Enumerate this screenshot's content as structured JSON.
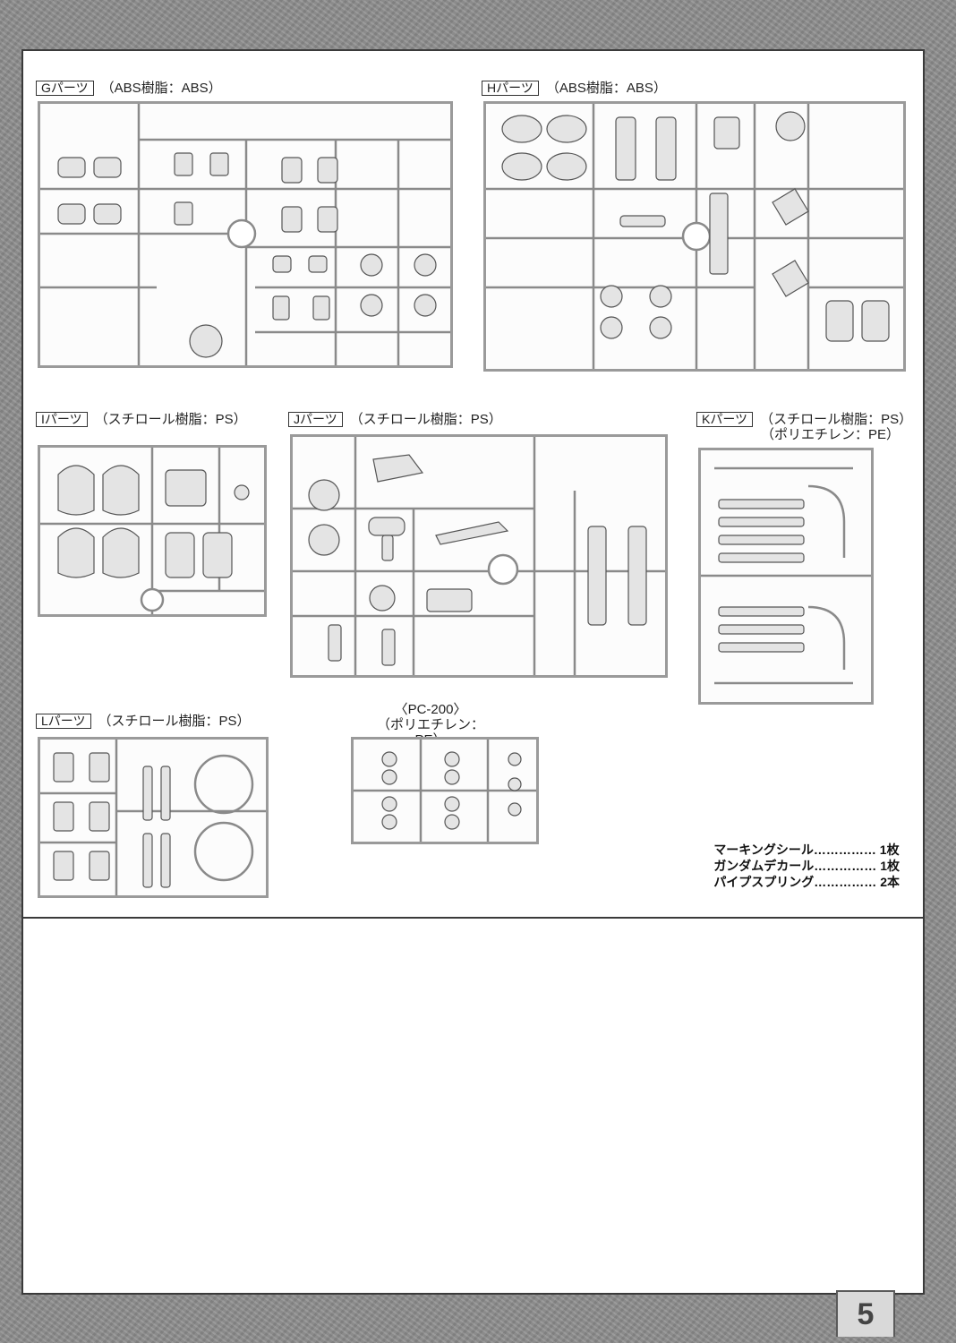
{
  "groups": {
    "G": {
      "tag": "Gパーツ",
      "material": "（ABS樹脂：ABS）"
    },
    "H": {
      "tag": "Hパーツ",
      "material": "（ABS樹脂：ABS）"
    },
    "I": {
      "tag": "Iパーツ",
      "material": "（スチロール樹脂：PS）"
    },
    "J": {
      "tag": "Jパーツ",
      "material": "（スチロール樹脂：PS）"
    },
    "K": {
      "tag": "Kパーツ",
      "material": "（スチロール樹脂：PS）",
      "material2": "（ポリエチレン：PE）"
    },
    "L": {
      "tag": "Lパーツ",
      "material": "（スチロール樹脂：PS）"
    }
  },
  "pc": {
    "title": "〈PC-200〉",
    "material": "（ポリエチレン：PE）"
  },
  "inventory": [
    "マーキングシール…………… 1枚",
    "ガンダムデカール…………… 1枚",
    "パイプスプリング…………… 2本"
  ],
  "page_number": "5"
}
